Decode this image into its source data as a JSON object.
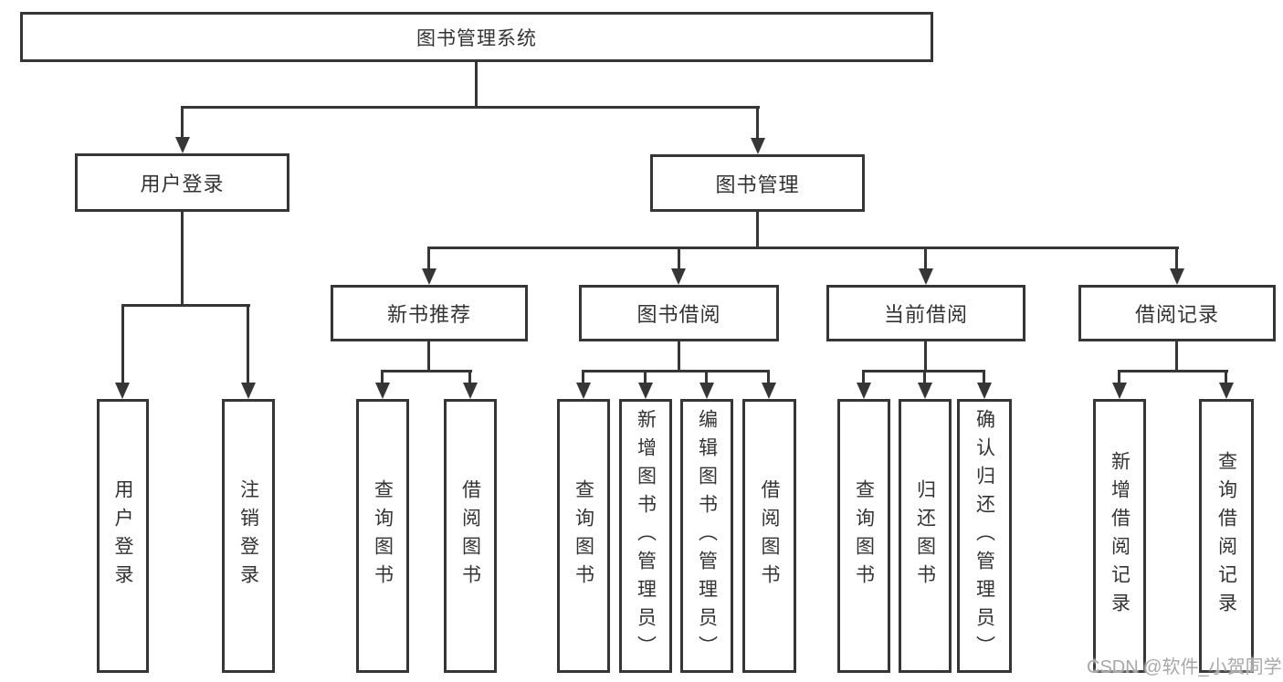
{
  "diagram": {
    "root": {
      "label": "图书管理系统"
    },
    "user_branch": {
      "label": "用户登录",
      "children": [
        {
          "label": "用户登录"
        },
        {
          "label": "注销登录"
        }
      ]
    },
    "mgmt_branch": {
      "label": "图书管理",
      "groups": [
        {
          "label": "新书推荐",
          "children": [
            {
              "label": "查询图书"
            },
            {
              "label": "借阅图书"
            }
          ]
        },
        {
          "label": "图书借阅",
          "children": [
            {
              "label": "查询图书"
            },
            {
              "label": "新增图书（管理员）"
            },
            {
              "label": "编辑图书（管理员）"
            },
            {
              "label": "借阅图书"
            }
          ]
        },
        {
          "label": "当前借阅",
          "children": [
            {
              "label": "查询图书"
            },
            {
              "label": "归还图书"
            },
            {
              "label": "确认归还（管理员）"
            }
          ]
        },
        {
          "label": "借阅记录",
          "children": [
            {
              "label": "新增借阅记录"
            },
            {
              "label": "查询借阅记录"
            }
          ]
        }
      ]
    }
  },
  "watermark": {
    "text": "CSDN @软件_小贺同学"
  },
  "colors": {
    "line": "#363636",
    "text": "#333333",
    "box_bg": "#ffffff",
    "page_bg": "#ffffff",
    "watermark": "#a8a8a8"
  }
}
